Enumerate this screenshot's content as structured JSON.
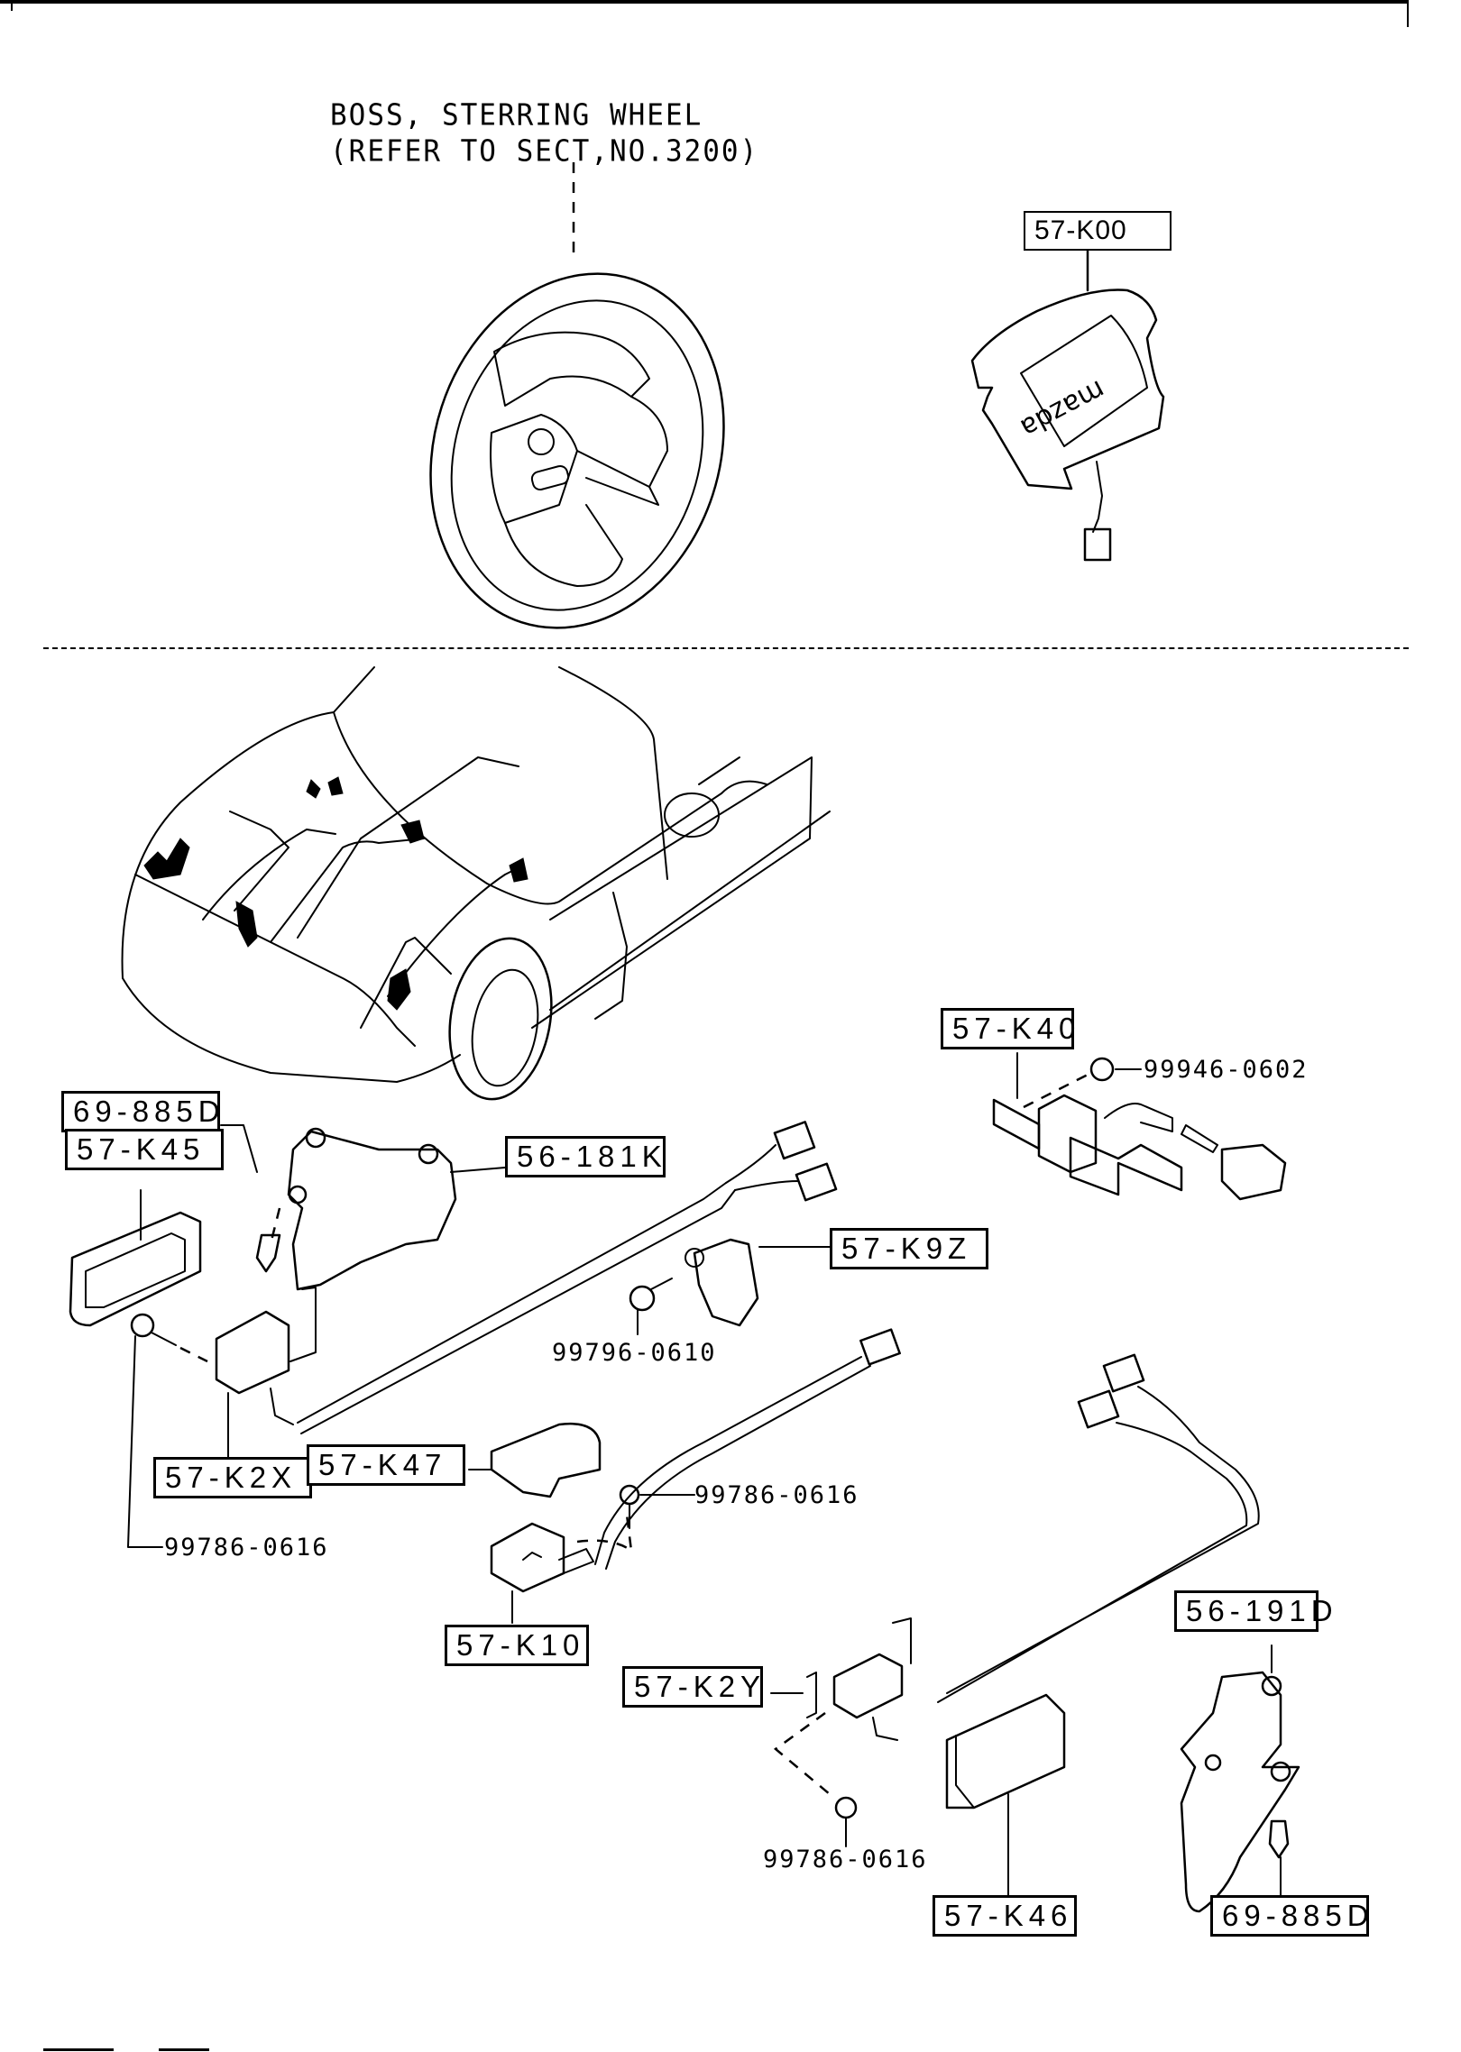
{
  "reference_note": {
    "line1": "BOSS, STERRING WHEEL",
    "line2": "(REFER TO SECT,NO.3200)"
  },
  "airbag_logo": "mazda",
  "part_labels": {
    "airbag_module": "57-K00",
    "front_sensor_bracket_right": "57-K40",
    "clip_left": "69-885D",
    "cover_left": "57-K45",
    "bracket_left": "56-181K",
    "harness_clip": "57-K9Z",
    "sensor_left": "57-K2X",
    "cover_center": "57-K47",
    "center_sensor": "57-K10",
    "sensor_right": "57-K2Y",
    "bracket_right": "56-191D",
    "cover_right": "57-K46",
    "clip_right": "69-885D"
  },
  "fastener_numbers": {
    "nut_k40": "99946-0602",
    "bolt_k9z": "99796-0610",
    "screw_k10": "99786-0616",
    "screw_k2x": "99786-0616",
    "screw_k2y": "99786-0616"
  }
}
